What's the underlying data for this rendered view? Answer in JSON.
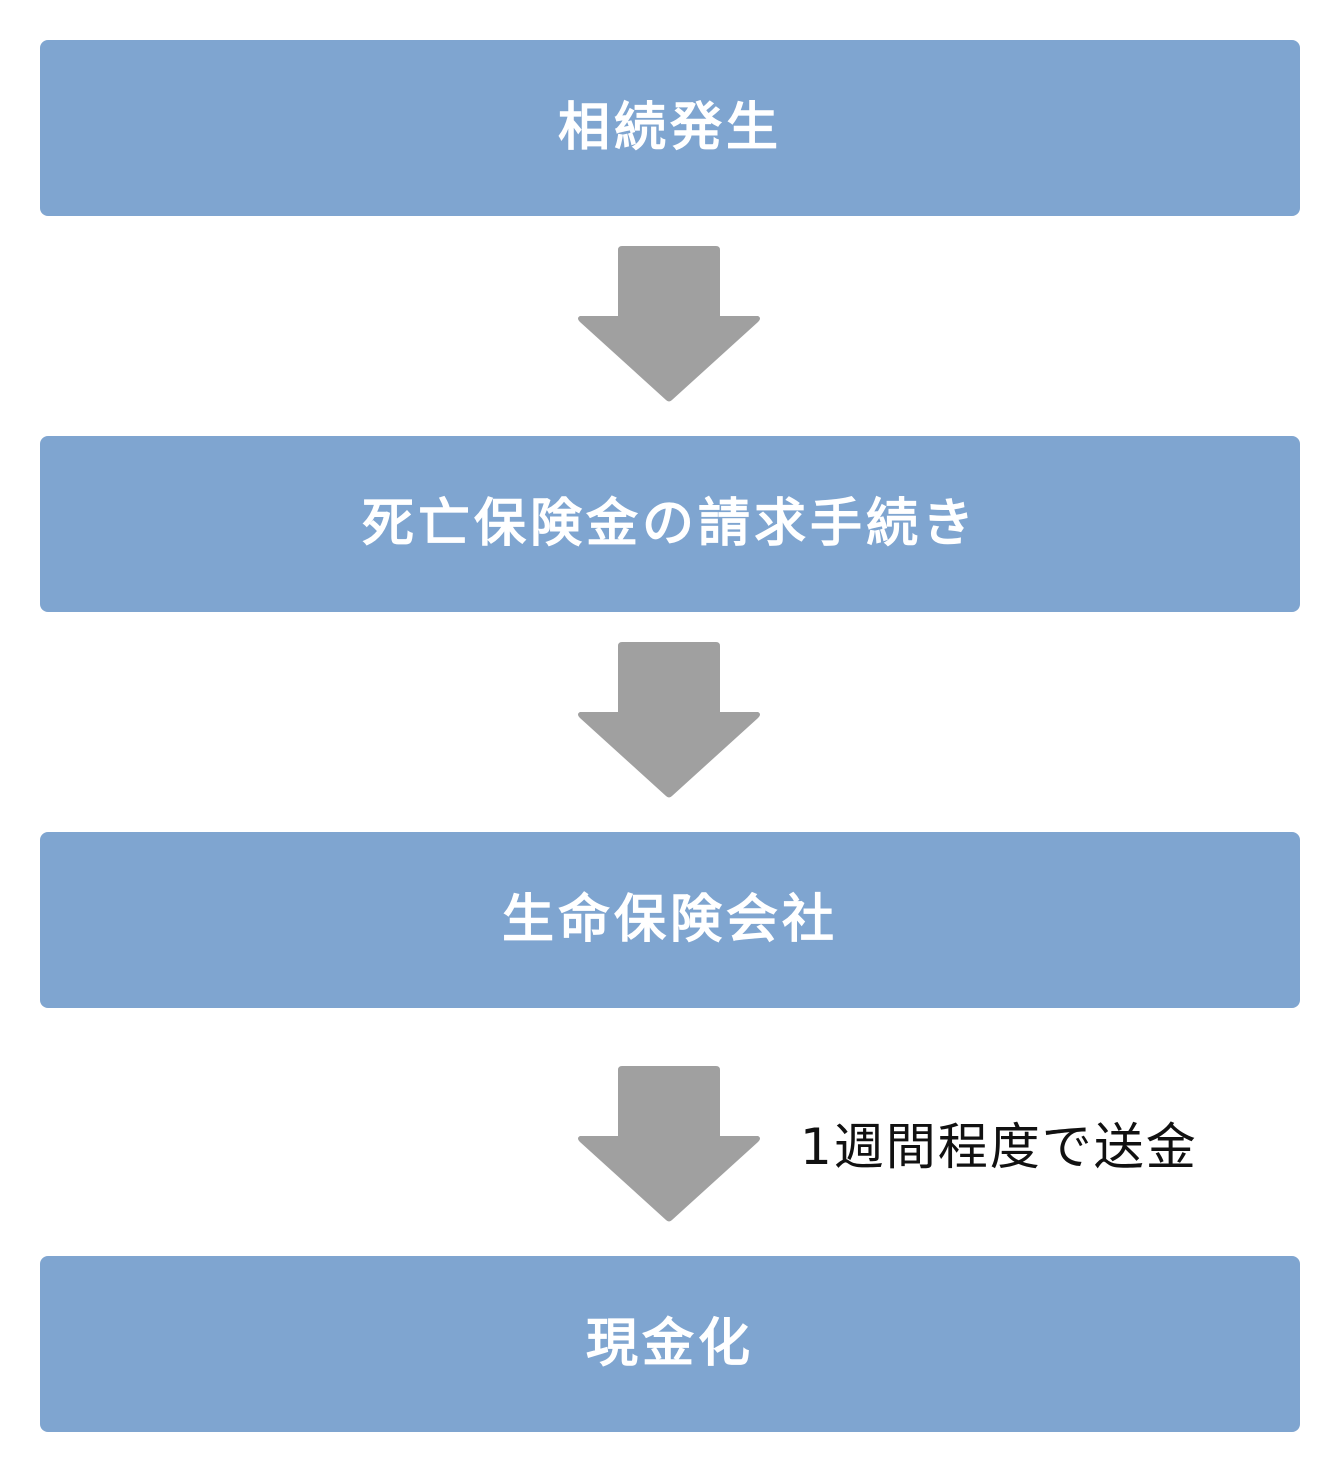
{
  "colors": {
    "step_fill": "#7fa5d0",
    "step_text": "#ffffff",
    "arrow_fill": "#a0a0a0",
    "note_text": "#111111"
  },
  "steps": [
    {
      "label": "相続発生"
    },
    {
      "label": "死亡保険金の請求手続き"
    },
    {
      "label": "生命保険会社"
    },
    {
      "label": "現金化"
    }
  ],
  "arrows": [
    {
      "icon": "down-arrow-icon"
    },
    {
      "icon": "down-arrow-icon"
    },
    {
      "icon": "down-arrow-icon",
      "note": "1週間程度で送金"
    }
  ]
}
